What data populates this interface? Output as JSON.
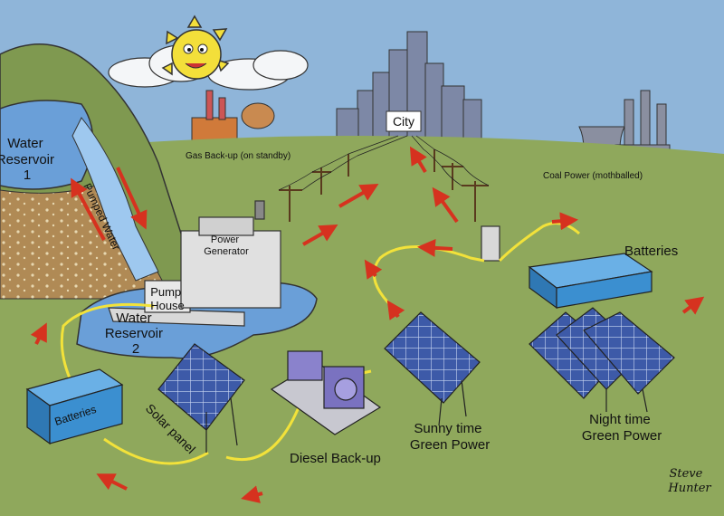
{
  "labels": {
    "water_reservoir_1": [
      "Water",
      "Reservoir",
      "1"
    ],
    "pumped_water": "Pumped Water",
    "gas_backup": "Gas Back-up (on standby)",
    "city": "City",
    "coal_power": "Coal Power (mothballed)",
    "power_generator": [
      "Power",
      "Generator"
    ],
    "pump_house": [
      "Pump",
      "House"
    ],
    "water_reservoir_2": [
      "Water",
      "Reservoir",
      "2"
    ],
    "batteries_left": "Batteries",
    "batteries_right": "Batteries",
    "solar_panel": "Solar panel",
    "diesel_backup": "Diesel Back-up",
    "sunny_time": [
      "Sunny time",
      "Green Power"
    ],
    "night_time": [
      "Night time",
      "Green Power"
    ],
    "signature": [
      "Steve",
      "Hunter"
    ]
  },
  "colors": {
    "sky": "#8fb5d9",
    "grass": "#8fa85c",
    "grass_dark": "#6f8a45",
    "water": "#6a9fd8",
    "solar": "#3d5aa8",
    "battery": "#3b8fd0",
    "arrow": "#d6321f",
    "cable": "#f2e23a"
  }
}
